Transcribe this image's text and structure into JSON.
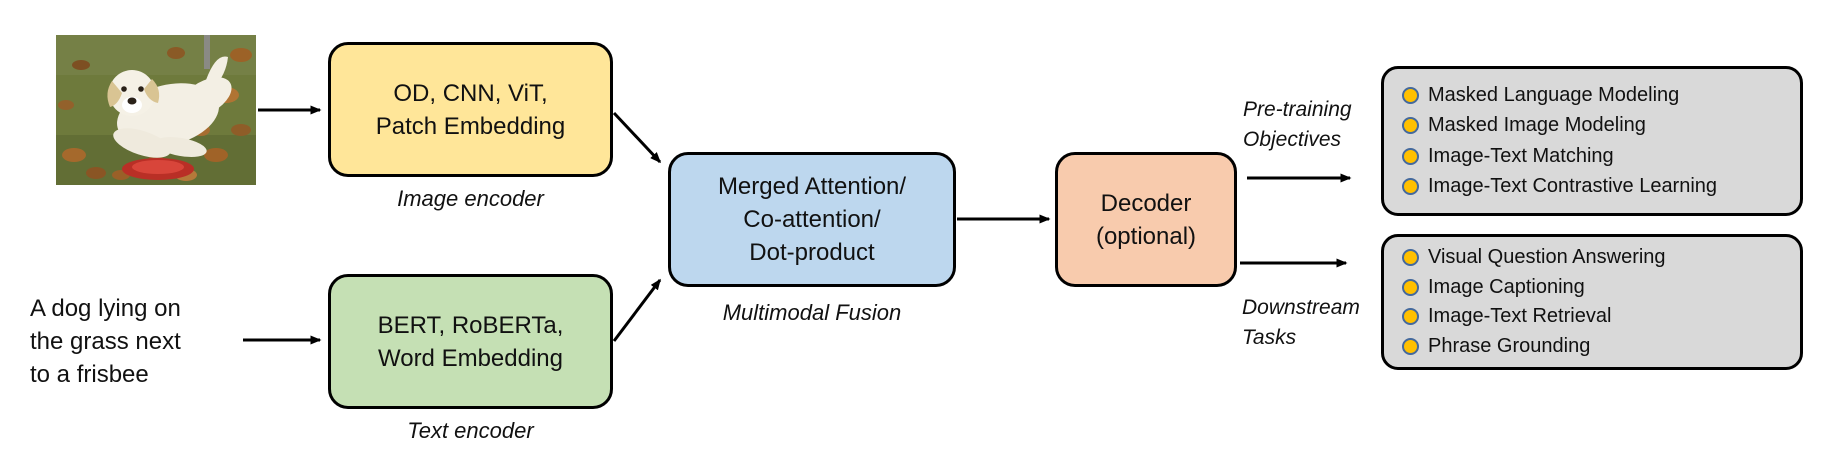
{
  "figure": {
    "caption_input": {
      "lines": [
        "A dog lying on",
        "the grass next",
        "to a frisbee"
      ]
    },
    "image_input": {
      "description": "dog-photo"
    },
    "boxes": {
      "image_encoder": {
        "lines": [
          "OD, CNN, ViT,",
          "Patch Embedding"
        ],
        "label": "Image encoder",
        "color": "#FFE699"
      },
      "text_encoder": {
        "lines": [
          "BERT, RoBERTa,",
          "Word Embedding"
        ],
        "label": "Text encoder",
        "color": "#C5E0B4"
      },
      "multimodal_fusion": {
        "lines": [
          "Merged Attention/",
          "Co-attention/",
          "Dot-product"
        ],
        "label": "Multimodal Fusion",
        "color": "#BDD7EE"
      },
      "decoder": {
        "lines": [
          "Decoder",
          "(optional)"
        ],
        "color": "#F8CBAD"
      }
    },
    "arrow_labels": {
      "pretraining": {
        "lines": [
          "Pre-training",
          "Objectives"
        ]
      },
      "downstream": {
        "lines": [
          "Downstream",
          "Tasks"
        ]
      }
    },
    "lists": {
      "pretraining_objectives": {
        "items": [
          "Masked Language Modeling",
          "Masked Image Modeling",
          "Image-Text Matching",
          "Image-Text Contrastive Learning"
        ]
      },
      "downstream_tasks": {
        "items": [
          "Visual Question Answering",
          "Image Captioning",
          "Image-Text Retrieval",
          "Phrase Grounding"
        ]
      }
    },
    "colors": {
      "image_encoder_fill": "#FFE699",
      "text_encoder_fill": "#C5E0B4",
      "fusion_fill": "#BDD7EE",
      "decoder_fill": "#F8CBAD",
      "list_box_fill": "#D9D9D9",
      "bullet_fill": "#FFC000",
      "bullet_border": "#44699C",
      "line_color": "#000000"
    }
  }
}
